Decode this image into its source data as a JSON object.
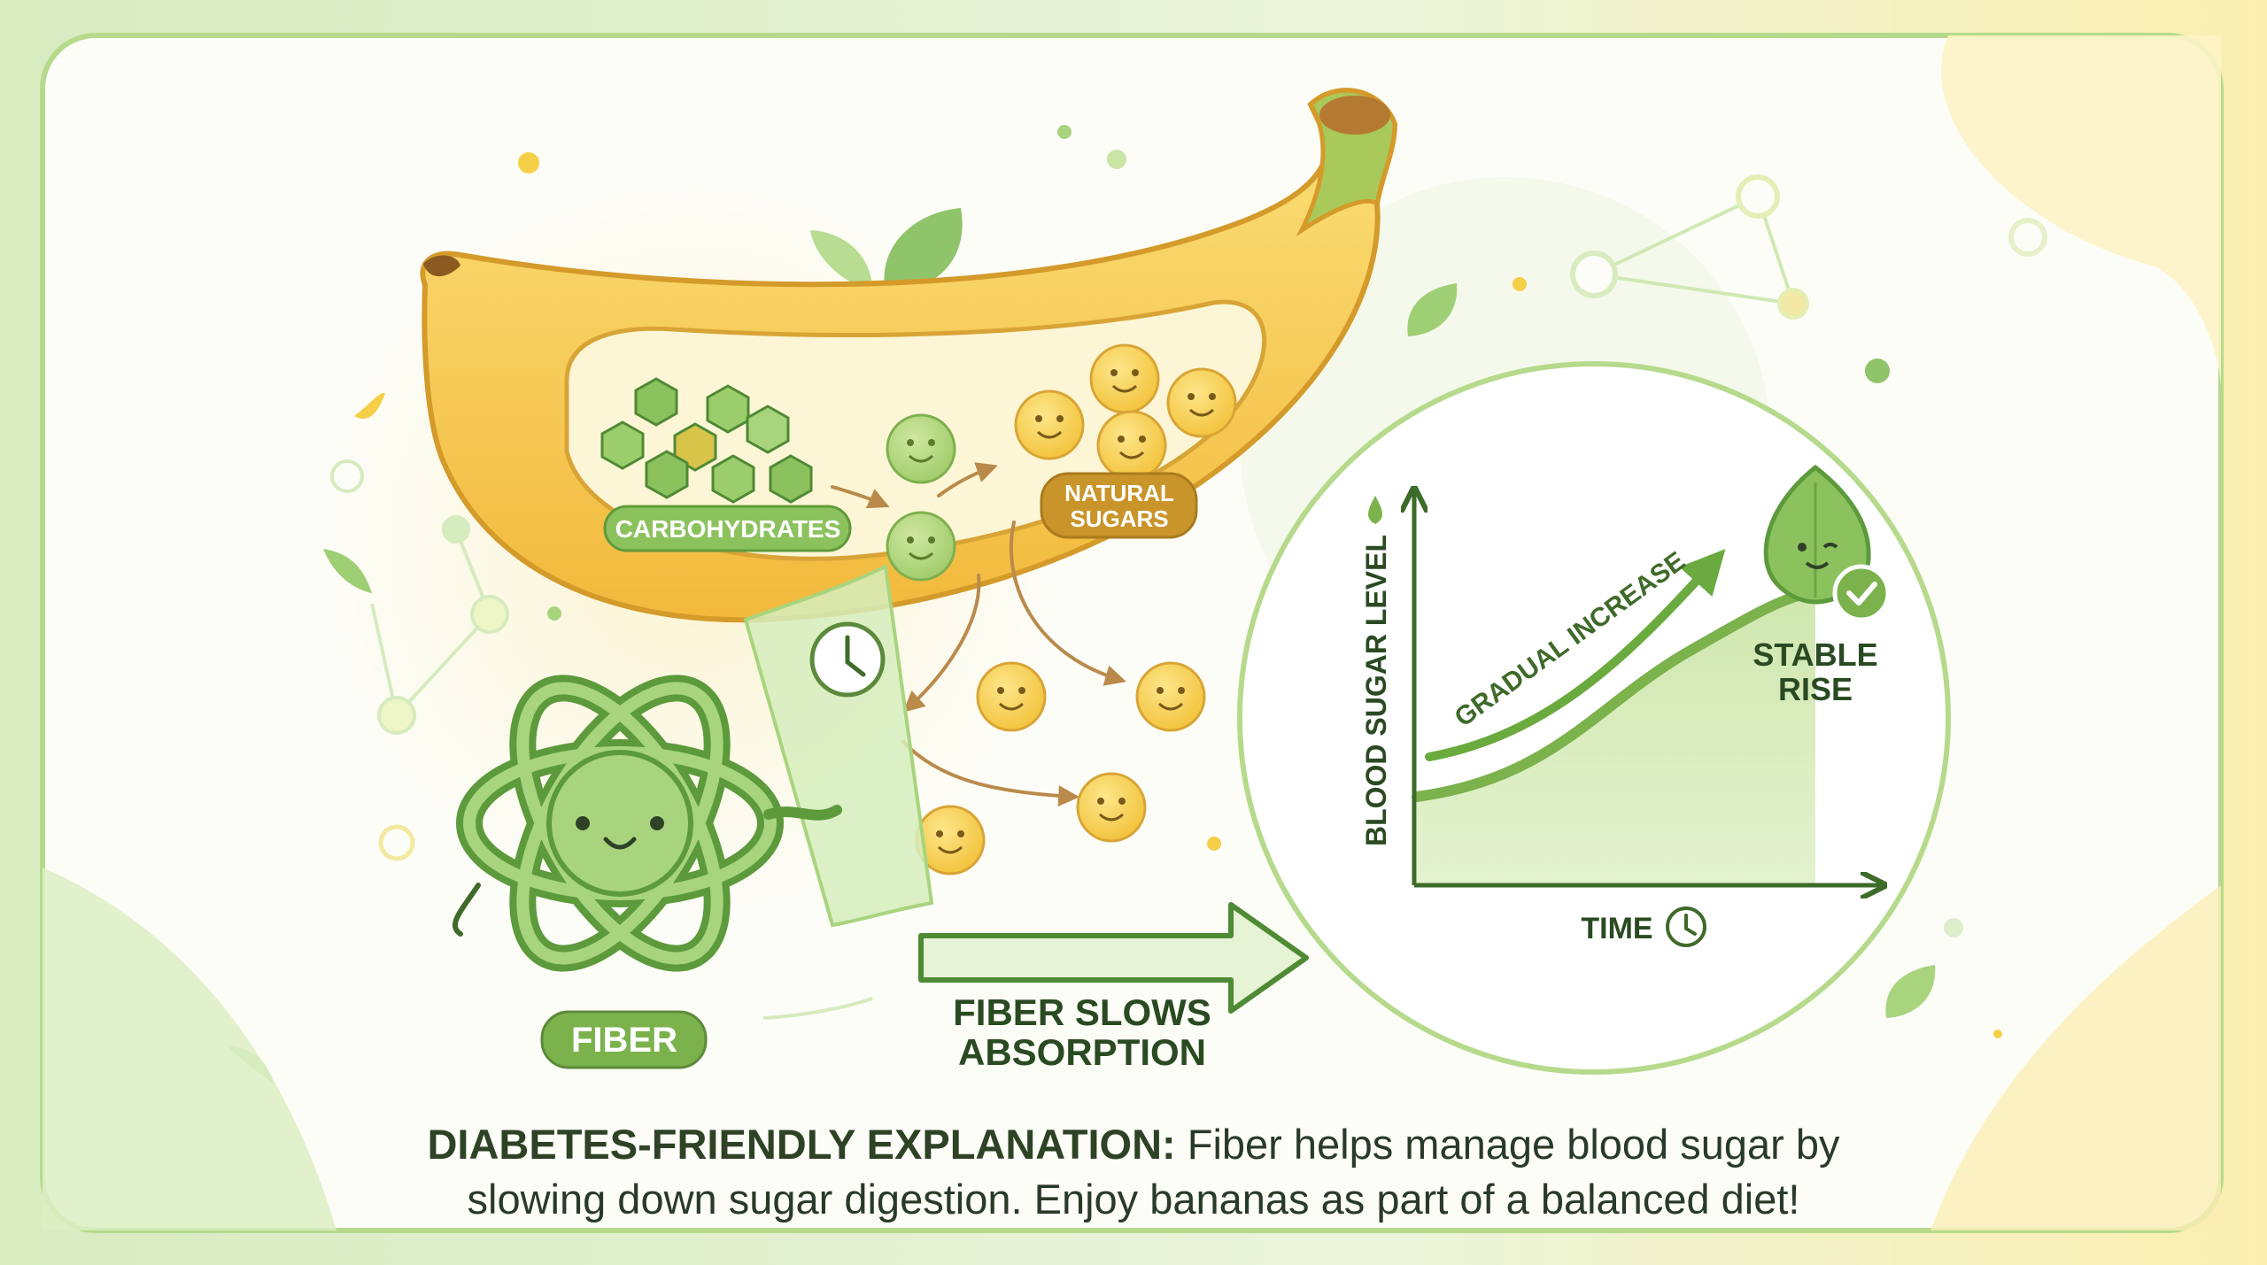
{
  "labels": {
    "carbohydrates": "CARBOHYDRATES",
    "natural_sugars_1": "NATURAL",
    "natural_sugars_2": "SUGARS",
    "fiber": "FIBER",
    "fiber_slows_1": "FIBER SLOWS",
    "fiber_slows_2": "ABSORPTION",
    "y_axis": "BLOOD SUGAR LEVEL",
    "x_axis": "TIME",
    "gradual_increase": "GRADUAL INCREASE",
    "stable_rise_1": "STABLE",
    "stable_rise_2": "RISE"
  },
  "caption": {
    "lead": "DIABETES-FRIENDLY EXPLANATION:",
    "body_1": " Fiber helps manage blood sugar by",
    "body_2": "slowing down sugar digestion. Enjoy bananas as part of a balanced diet!"
  },
  "colors": {
    "green_dark": "#5c9a3c",
    "green_light": "#a8d47e",
    "yellow": "#f4c94a",
    "banana_outline": "#d49a2a",
    "sugar_label_bg": "#c9952a",
    "text_dark": "#2e4226"
  },
  "icons": [
    "clock-icon",
    "leaf-icon",
    "check-icon",
    "water-drop-icon",
    "smiley-icon"
  ]
}
